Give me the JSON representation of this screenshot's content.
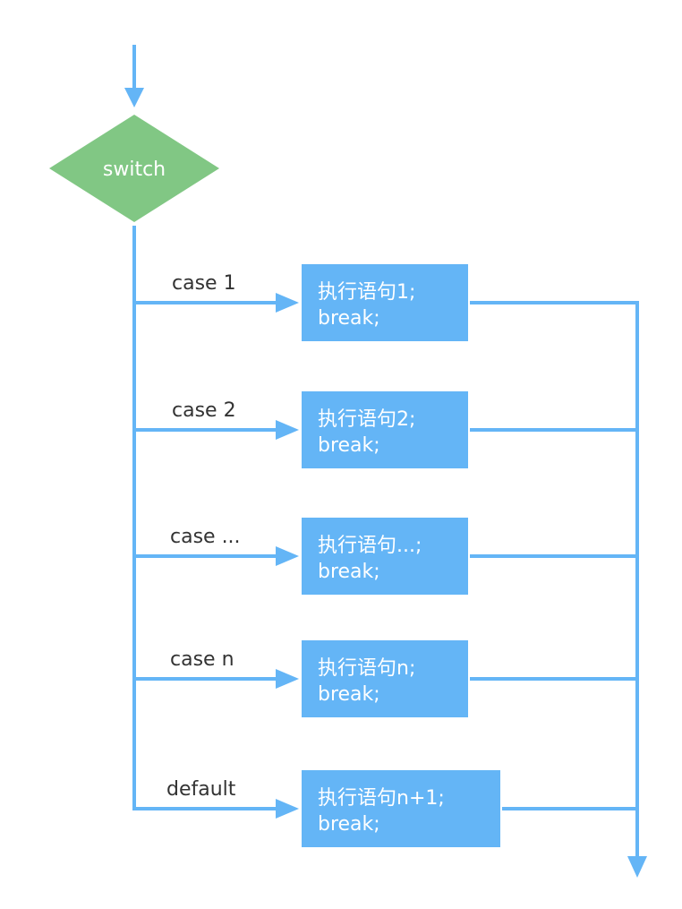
{
  "colors": {
    "line": "#64b5f6",
    "box": "#64b5f6",
    "diamond": "#81c784",
    "box_text": "#ffffff",
    "label_text": "#333333"
  },
  "switch_node": {
    "label": "switch"
  },
  "cases": [
    {
      "label": "case 1",
      "statement": "执行语句1;",
      "break_text": "break;"
    },
    {
      "label": "case 2",
      "statement": "执行语句2;",
      "break_text": "break;"
    },
    {
      "label": "case ...",
      "statement": "执行语句...;",
      "break_text": "break;"
    },
    {
      "label": "case n",
      "statement": "执行语句n;",
      "break_text": "break;"
    },
    {
      "label": "default",
      "statement": "执行语句n+1;",
      "break_text": "break;"
    }
  ]
}
